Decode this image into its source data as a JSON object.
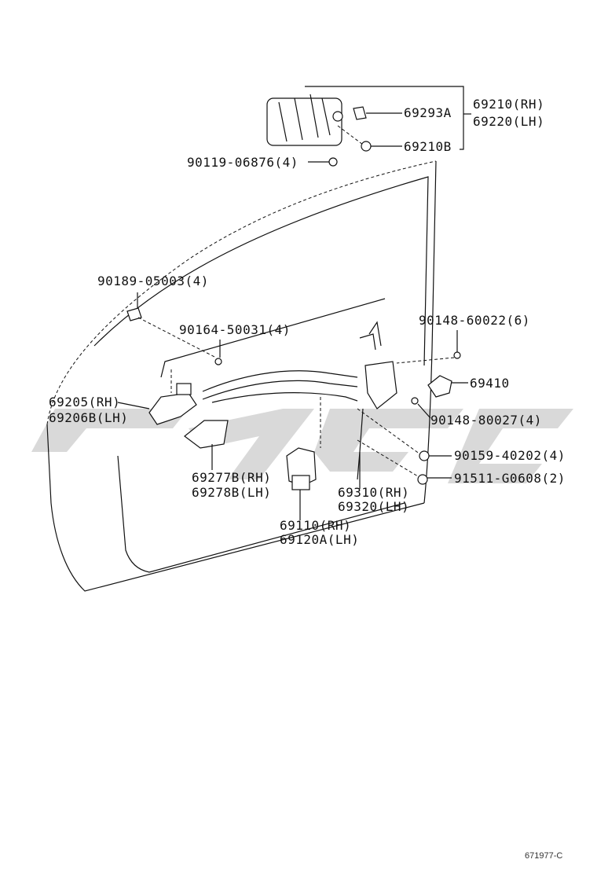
{
  "labels": {
    "p69210_rh": "69210(RH)",
    "p69220_lh": "69220(LH)",
    "p69293a": "69293A",
    "p69210b": "69210B",
    "p90119": "90119-06876(4)",
    "p90189": "90189-05003(4)",
    "p90164": "90164-50031(4)",
    "p90148_60022": "90148-60022(6)",
    "p69410": "69410",
    "p90148_80027": "90148-80027(4)",
    "p69205_rh": "69205(RH)",
    "p69206b_lh": "69206B(LH)",
    "p90159": "90159-40202(4)",
    "p91511": "91511-G0608(2)",
    "p69277b_rh": "69277B(RH)",
    "p69278b_lh": "69278B(LH)",
    "p69310_rh": "69310(RH)",
    "p69320_lh": "69320(LH)",
    "p69110_rh": "69110(RH)",
    "p69120a_lh": "69120A(LH)"
  },
  "diagram_code": "671977-C",
  "colors": {
    "ink": "#111111",
    "watermark": "#d9d9d9"
  }
}
